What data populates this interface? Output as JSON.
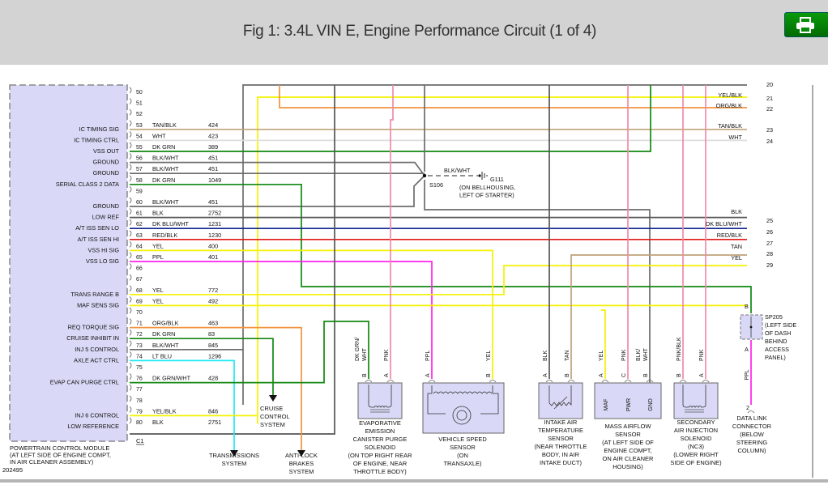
{
  "header": {
    "title": "Fig 1: 3.4L VIN E, Engine Performance Circuit (1 of 4)",
    "print_button_icon": "printer-icon"
  },
  "pcm": {
    "labels": [
      "POWERTRAIN CONTROL MODULE",
      "(AT LEFT SIDE OF ENGINE COMPT,",
      "IN AIR CLEANER ASSEMBLY)"
    ],
    "figure_number": "202495",
    "connector": "C1",
    "pins": [
      {
        "pin": "50",
        "signal": "",
        "color": "",
        "circuit": ""
      },
      {
        "pin": "51",
        "signal": "",
        "color": "",
        "circuit": ""
      },
      {
        "pin": "52",
        "signal": "",
        "color": "",
        "circuit": ""
      },
      {
        "pin": "53",
        "signal": "IC TIMING SIG",
        "color": "TAN/BLK",
        "circuit": "424"
      },
      {
        "pin": "54",
        "signal": "IC TIMING CTRL",
        "color": "WHT",
        "circuit": "423"
      },
      {
        "pin": "55",
        "signal": "VSS OUT",
        "color": "DK GRN",
        "circuit": "389"
      },
      {
        "pin": "56",
        "signal": "GROUND",
        "color": "BLK/WHT",
        "circuit": "451"
      },
      {
        "pin": "57",
        "signal": "GROUND",
        "color": "BLK/WHT",
        "circuit": "451"
      },
      {
        "pin": "58",
        "signal": "SERIAL CLASS 2 DATA",
        "color": "DK GRN",
        "circuit": "1049"
      },
      {
        "pin": "59",
        "signal": "",
        "color": "",
        "circuit": ""
      },
      {
        "pin": "60",
        "signal": "GROUND",
        "color": "BLK/WHT",
        "circuit": "451"
      },
      {
        "pin": "61",
        "signal": "LOW REF",
        "color": "BLK",
        "circuit": "2752"
      },
      {
        "pin": "62",
        "signal": "A/T ISS SEN LO",
        "color": "DK BLU/WHT",
        "circuit": "1231"
      },
      {
        "pin": "63",
        "signal": "A/T ISS SEN HI",
        "color": "RED/BLK",
        "circuit": "1230"
      },
      {
        "pin": "64",
        "signal": "VSS HI SIG",
        "color": "YEL",
        "circuit": "400"
      },
      {
        "pin": "65",
        "signal": "VSS LO SIG",
        "color": "PPL",
        "circuit": "401"
      },
      {
        "pin": "66",
        "signal": "",
        "color": "",
        "circuit": ""
      },
      {
        "pin": "67",
        "signal": "",
        "color": "",
        "circuit": ""
      },
      {
        "pin": "68",
        "signal": "TRANS RANGE B",
        "color": "YEL",
        "circuit": "772"
      },
      {
        "pin": "69",
        "signal": "MAF SENS SIG",
        "color": "YEL",
        "circuit": "492"
      },
      {
        "pin": "70",
        "signal": "",
        "color": "",
        "circuit": ""
      },
      {
        "pin": "71",
        "signal": "REQ TORQUE SIG",
        "color": "ORG/BLK",
        "circuit": "463"
      },
      {
        "pin": "72",
        "signal": "CRUISE INHIBIT IN",
        "color": "DK GRN",
        "circuit": "83"
      },
      {
        "pin": "73",
        "signal": "INJ 5 CONTROL",
        "color": "BLK/WHT",
        "circuit": "845"
      },
      {
        "pin": "74",
        "signal": "AXLE ACT CTRL",
        "color": "LT BLU",
        "circuit": "1296"
      },
      {
        "pin": "75",
        "signal": "",
        "color": "",
        "circuit": ""
      },
      {
        "pin": "76",
        "signal": "EVAP CAN PURGE CTRL",
        "color": "DK GRN/WHT",
        "circuit": "428"
      },
      {
        "pin": "77",
        "signal": "",
        "color": "",
        "circuit": ""
      },
      {
        "pin": "78",
        "signal": "",
        "color": "",
        "circuit": ""
      },
      {
        "pin": "79",
        "signal": "INJ 6 CONTROL",
        "color": "YEL/BLK",
        "circuit": "846"
      },
      {
        "pin": "80",
        "signal": "LOW REFERENCE",
        "color": "BLK",
        "circuit": "2751"
      }
    ]
  },
  "right_connector": {
    "pins": [
      {
        "pin": "20",
        "color": ""
      },
      {
        "pin": "21",
        "color": "YEL/BLK"
      },
      {
        "pin": "22",
        "color": "ORG/BLK"
      },
      {
        "pin": "23",
        "color": "TAN/BLK"
      },
      {
        "pin": "24",
        "color": "WHT"
      },
      {
        "pin": "25",
        "color": "BLK"
      },
      {
        "pin": "26",
        "color": "DK BLU/WHT"
      },
      {
        "pin": "27",
        "color": "RED/BLK"
      },
      {
        "pin": "28",
        "color": "TAN"
      },
      {
        "pin": "29",
        "color": "YEL"
      }
    ]
  },
  "splice": {
    "name": "S106",
    "wire_color": "BLK/WHT",
    "ground": "G111",
    "ground_location": [
      "(ON BELLHOUSING,",
      "LEFT OF STARTER)"
    ]
  },
  "systems": {
    "cruise": [
      "CRUISE",
      "CONTROL",
      "SYSTEM"
    ],
    "transmission": [
      "TRANSMISSIONS",
      "SYSTEM"
    ],
    "abs": [
      "ANTI-LOCK",
      "BRAKES",
      "SYSTEM"
    ]
  },
  "components": {
    "evap": {
      "wires": [
        {
          "pin": "B",
          "color": [
            "DK GRN/",
            "WHT"
          ]
        },
        {
          "pin": "A",
          "color": [
            "PNK"
          ]
        }
      ],
      "label": [
        "EVAPORATIVE",
        "EMISSION",
        "CANISTER PURGE",
        "SOLENOID",
        "(ON TOP RIGHT REAR",
        "OF ENGINE, NEAR",
        "THROTTLE BODY)"
      ]
    },
    "vss": {
      "wires": [
        {
          "pin": "A",
          "color": [
            "PPL"
          ]
        },
        {
          "pin": "B",
          "color": [
            "YEL"
          ]
        }
      ],
      "label": [
        "VEHICLE SPEED",
        "SENSOR",
        "(ON",
        "TRANSAXLE)"
      ]
    },
    "iat": {
      "wires": [
        {
          "pin": "A",
          "color": [
            "BLK"
          ]
        },
        {
          "pin": "B",
          "color": [
            "TAN"
          ]
        }
      ],
      "label": [
        "INTAKE AIR",
        "TEMPERATURE",
        "SENSOR",
        "(NEAR THROTTLE",
        "BODY, IN AIR",
        "INTAKE DUCT)"
      ]
    },
    "maf": {
      "wires": [
        {
          "pin": "A",
          "color": [
            "YEL"
          ]
        },
        {
          "pin": "C",
          "color": [
            "PNK"
          ]
        },
        {
          "pin": "B",
          "color": [
            "BLK/",
            "WHT"
          ]
        }
      ],
      "terminals": [
        "MAF",
        "PWR",
        "GND"
      ],
      "label": [
        "MASS AIRFLOW",
        "SENSOR",
        "(AT LEFT SIDE OF",
        "ENGINE COMPT,",
        "ON AIR CLEANER",
        "HOUSING)"
      ]
    },
    "air": {
      "wires": [
        {
          "pin": "B",
          "color": [
            "PNK/BLK"
          ]
        },
        {
          "pin": "A",
          "color": [
            "PNK"
          ]
        }
      ],
      "label": [
        "SECONDARY",
        "AIR INJECTION",
        "SOLENOID",
        "(NC3)",
        "(LOWER RIGHT",
        "SIDE OF ENGINE)"
      ]
    },
    "sp205": {
      "name": "SP205",
      "location": [
        "(LEFT SIDE",
        "OF DASH",
        "BEHIND",
        "ACCESS",
        "PANEL)"
      ],
      "pin_top": "B",
      "pin_bottom": "A",
      "wire_color": "PPL"
    },
    "dlc": {
      "pin": "2",
      "label": [
        "DATA LINK",
        "CONNECTOR",
        "(BELOW",
        "STEERING",
        "COLUMN)"
      ]
    }
  },
  "colors": {
    "header_bg": "#d3d3d3",
    "print_green": "#078a07",
    "module_fill": "#d9d9f7",
    "tan": "#bfa37a",
    "white_wire": "#dedede",
    "dk_grn": "#118811",
    "gray": "#6c6c6c",
    "blk": "#555555",
    "dk_blu": "#12238d",
    "red": "#e01818",
    "yel": "#f5f200",
    "ppl": "#ff22ee",
    "org": "#f2933e",
    "pnk": "#f08aa8",
    "lt_blu": "#1de9f5"
  }
}
